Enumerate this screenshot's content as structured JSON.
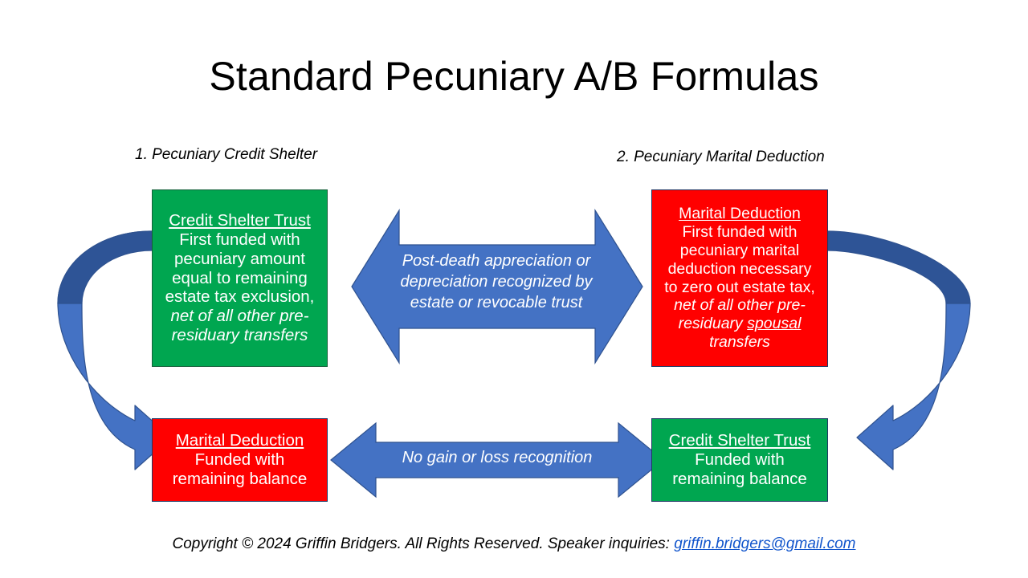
{
  "slide": {
    "title": "Standard Pecuniary A/B Formulas",
    "background": "#FFFFFF"
  },
  "labels": {
    "left": "1. Pecuniary Credit Shelter",
    "right": "2. Pecuniary Marital Deduction"
  },
  "colors": {
    "green": "#00A650",
    "red": "#FF0000",
    "arrow_blue": "#4472C4",
    "arrow_blue_dark": "#2E5496",
    "arrow_outline": "#2F528F",
    "box_border_blue": "#1F3864",
    "box_border_green": "#16603A",
    "link_blue": "#1155CC",
    "text_white": "#FFFFFF",
    "text_black": "#000000"
  },
  "boxes": {
    "credit_shelter_top": {
      "heading": "Credit Shelter Trust",
      "line1": "First funded with",
      "line2": "pecuniary amount",
      "line3": "equal to remaining",
      "line4": "estate tax exclusion,",
      "line5_italic": "net of all other pre-",
      "line6_italic": "residuary transfers",
      "fill": "#00A650"
    },
    "marital_deduction_top": {
      "heading": "Marital Deduction",
      "line1": "First funded with",
      "line2": "pecuniary marital",
      "line3": "deduction necessary",
      "line4": "to zero out estate tax,",
      "line5_italic": "net of all other pre-",
      "line6_italic_a": "residuary ",
      "line6_italic_underlined": "spousal",
      "line7_italic": "transfers",
      "fill": "#FF0000"
    },
    "marital_deduction_bottom": {
      "heading": "Marital Deduction",
      "line1": "Funded with",
      "line2": "remaining balance",
      "fill": "#FF0000"
    },
    "credit_shelter_bottom": {
      "heading": "Credit Shelter Trust",
      "line1": "Funded with",
      "line2": "remaining balance",
      "fill": "#00A650"
    }
  },
  "arrows": {
    "top_center": {
      "caption_line1": "Post-death appreciation or",
      "caption_line2": "depreciation recognized by",
      "caption_line3": "estate or revocable trust",
      "direction": "double-headed-horizontal"
    },
    "bottom_center": {
      "caption": "No gain or loss recognition",
      "direction": "double-headed-horizontal"
    },
    "left_curve": {
      "direction": "circular-arrow-down",
      "from": "credit-shelter-trust-top",
      "to": "marital-deduction-bottom"
    },
    "right_curve": {
      "direction": "circular-arrow-down",
      "from": "marital-deduction-top",
      "to": "credit-shelter-trust-bottom"
    }
  },
  "footer": {
    "text_before": "Copyright © 2024 Griffin Bridgers.  All Rights Reserved.  Speaker inquiries: ",
    "email": "griffin.bridgers@gmail.com"
  }
}
